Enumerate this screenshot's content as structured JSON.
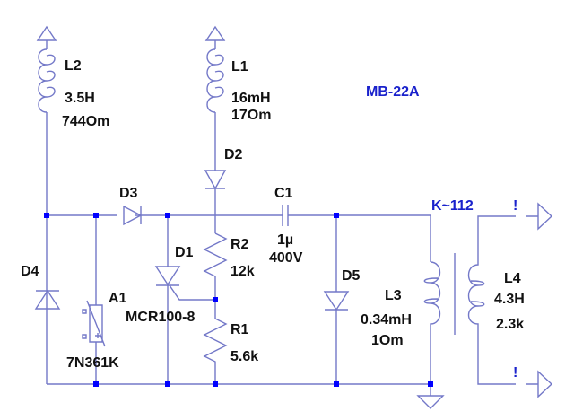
{
  "title": "MB-22A",
  "coupling": "K~112",
  "components": {
    "L2": {
      "name": "L2",
      "value": "3.5H",
      "resistance": "744Om"
    },
    "L1": {
      "name": "L1",
      "value": "16mH",
      "resistance": "17Om"
    },
    "D2": {
      "name": "D2"
    },
    "D3": {
      "name": "D3"
    },
    "C1": {
      "name": "C1",
      "value": "1µ",
      "voltage": "400V"
    },
    "R2": {
      "name": "R2",
      "value": "12k"
    },
    "R1": {
      "name": "R1",
      "value": "5.6k"
    },
    "D1": {
      "name": "D1",
      "model": "MCR100-8"
    },
    "D4": {
      "name": "D4"
    },
    "A1": {
      "name": "A1",
      "model": "7N361K"
    },
    "D5": {
      "name": "D5"
    },
    "L3": {
      "name": "L3",
      "value": "0.34mH",
      "resistance": "1Om"
    },
    "L4": {
      "name": "L4",
      "value": "4.3H",
      "resistance": "2.3k"
    }
  },
  "net_labels": {
    "top_output": "!",
    "bottom_output": "!"
  },
  "colors": {
    "wire": "#7378c8",
    "node": "#0000ff",
    "directive": "#1a22cc"
  }
}
